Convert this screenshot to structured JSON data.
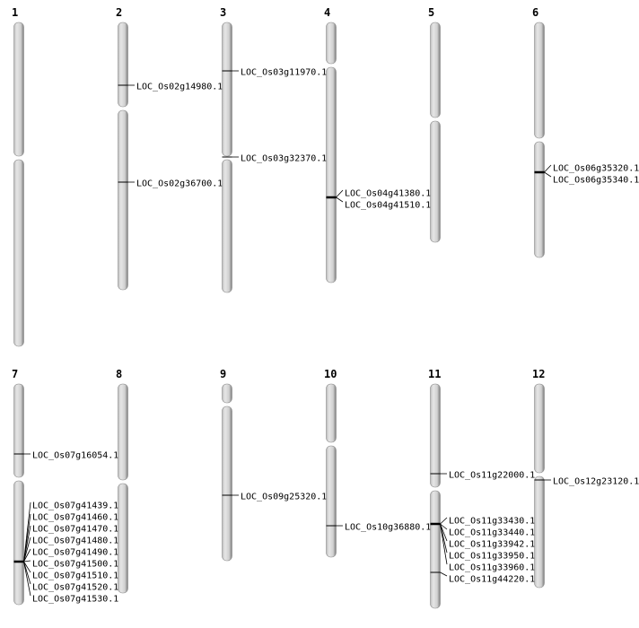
{
  "title": "Chromosome gene location map",
  "colors": {
    "chromosome_fill": "#d4d4d4",
    "chromosome_edge": "#8a8a8a",
    "marker": "#000000"
  },
  "chromosomes": [
    {
      "id": "1",
      "genes": []
    },
    {
      "id": "2",
      "genes": [
        {
          "groups": [
            [
              "LOC_Os02g14980.1"
            ]
          ]
        },
        {
          "groups": [
            [
              "LOC_Os02g36700.1"
            ]
          ]
        }
      ]
    },
    {
      "id": "3",
      "genes": [
        {
          "groups": [
            [
              "LOC_Os03g11970.1"
            ]
          ]
        },
        {
          "groups": [
            [
              "LOC_Os03g32370.1"
            ]
          ]
        }
      ]
    },
    {
      "id": "4",
      "genes": [
        {
          "groups": [
            [
              "LOC_Os04g41380.1",
              "LOC_Os04g41510.1"
            ]
          ]
        }
      ]
    },
    {
      "id": "5",
      "genes": []
    },
    {
      "id": "6",
      "genes": [
        {
          "groups": [
            [
              "LOC_Os06g35320.1",
              "LOC_Os06g35340.1"
            ]
          ]
        }
      ]
    },
    {
      "id": "7",
      "genes": [
        {
          "groups": [
            [
              "LOC_Os07g16054.1"
            ]
          ]
        },
        {
          "groups": [
            [
              "LOC_Os07g41439.1",
              "LOC_Os07g41460.1",
              "LOC_Os07g41470.1",
              "LOC_Os07g41480.1",
              "LOC_Os07g41490.1",
              "LOC_Os07g41500.1",
              "LOC_Os07g41510.1",
              "LOC_Os07g41520.1",
              "LOC_Os07g41530.1"
            ]
          ]
        }
      ]
    },
    {
      "id": "8",
      "genes": []
    },
    {
      "id": "9",
      "genes": [
        {
          "groups": [
            [
              "LOC_Os09g25320.1"
            ]
          ]
        }
      ]
    },
    {
      "id": "10",
      "genes": [
        {
          "groups": [
            [
              "LOC_Os10g36880.1"
            ]
          ]
        }
      ]
    },
    {
      "id": "11",
      "genes": [
        {
          "groups": [
            [
              "LOC_Os11g22000.1"
            ]
          ]
        },
        {
          "groups": [
            [
              "LOC_Os11g33430.1",
              "LOC_Os11g33440.1",
              "LOC_Os11g33942.1",
              "LOC_Os11g33950.1",
              "LOC_Os11g33960.1"
            ]
          ]
        },
        {
          "groups": [
            [
              "LOC_Os11g44220.1"
            ]
          ]
        }
      ]
    },
    {
      "id": "12",
      "genes": [
        {
          "groups": [
            [
              "LOC_Os12g23120.1"
            ]
          ]
        }
      ]
    }
  ]
}
